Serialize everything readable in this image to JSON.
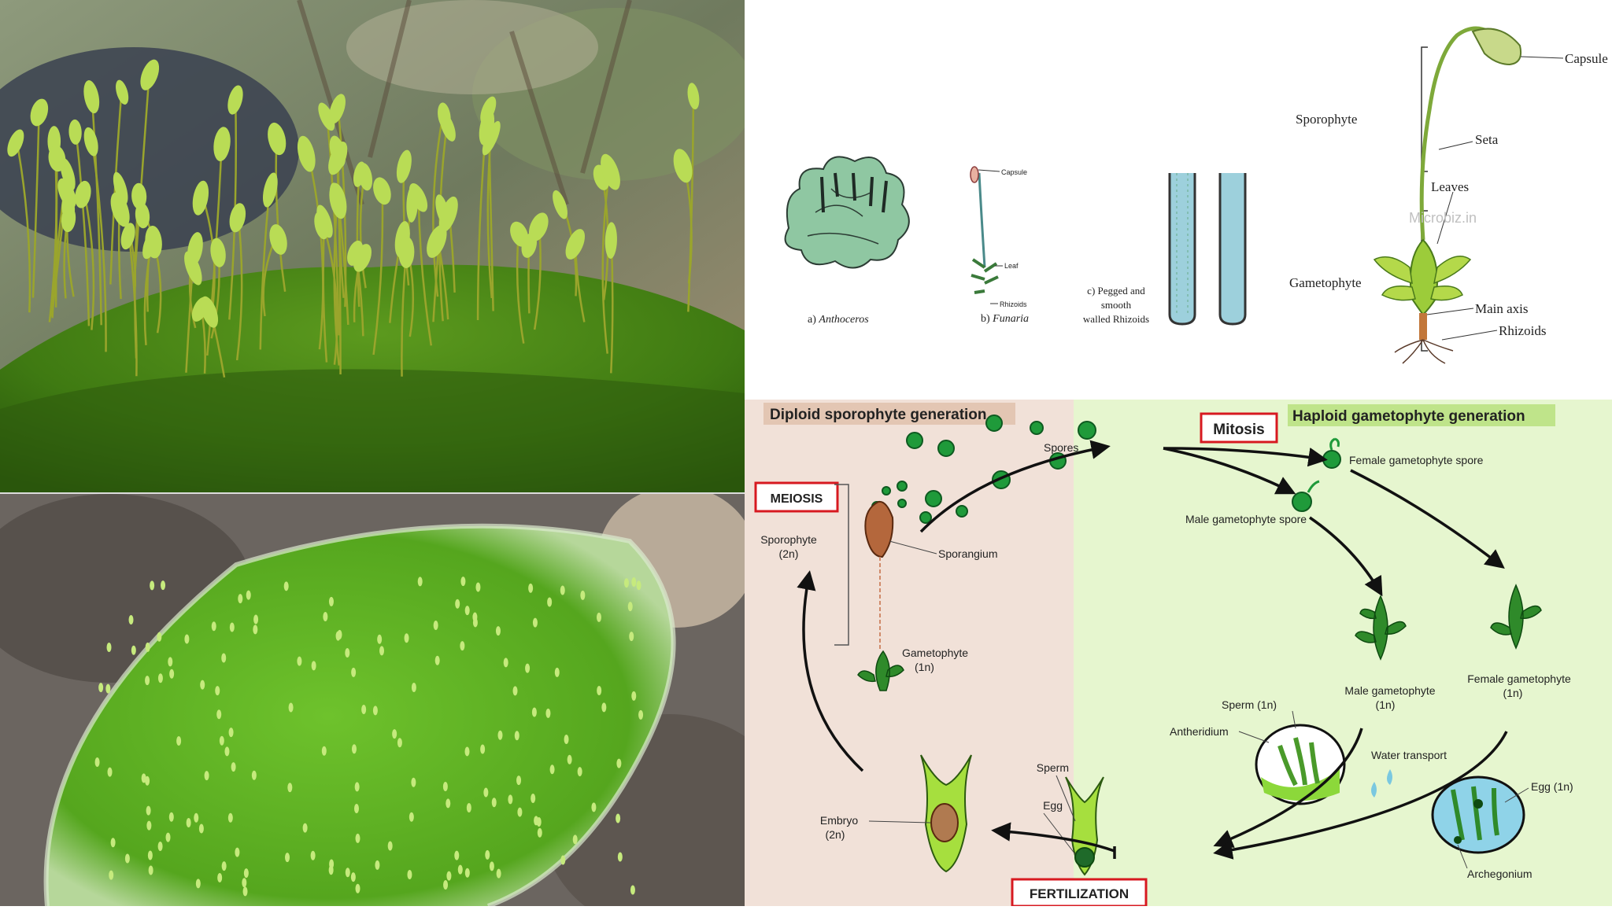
{
  "anatomy": {
    "anthoceros_label_prefix": "a) ",
    "anthoceros_label_name": "Anthoceros",
    "funaria_label_prefix": "b) ",
    "funaria_label_name": "Funaria",
    "funaria_capsule": "Capsule",
    "funaria_leaf": "Leaf",
    "funaria_rhizoids": "Rhizoids",
    "rhizoid_line1": "c) Pegged and",
    "rhizoid_line2": "smooth",
    "rhizoid_line3": "walled Rhizoids",
    "sporophyte": "Sporophyte",
    "gametophyte": "Gametophyte",
    "capsule": "Capsule",
    "seta": "Seta",
    "leaves": "Leaves",
    "main_axis": "Main axis",
    "rhizoids": "Rhizoids",
    "watermark": "Microbiz.in"
  },
  "lifecycle": {
    "diploid_title": "Diploid sporophyte generation",
    "haploid_title": "Haploid gametophyte generation",
    "mitosis": "Mitosis",
    "meiosis": "MEIOSIS",
    "fertilization": "FERTILIZATION",
    "spores": "Spores",
    "female_spore": "Female gametophyte spore",
    "male_spore": "Male gametophyte spore",
    "sporophyte": "Sporophyte",
    "sporophyte_ploidy": "(2n)",
    "sporangium": "Sporangium",
    "gametophyte": "Gametophyte",
    "gametophyte_ploidy": "(1n)",
    "male_gametophyte": "Male gametophyte",
    "male_gametophyte_ploidy": "(1n)",
    "female_gametophyte": "Female gametophyte",
    "female_gametophyte_ploidy": "(1n)",
    "sperm_1n": "Sperm (1n)",
    "antheridium": "Antheridium",
    "water_transport": "Water transport",
    "sperm": "Sperm",
    "egg": "Egg",
    "egg_1n": "Egg (1n)",
    "archegonium": "Archegonium",
    "embryo": "Embryo",
    "embryo_ploidy": "(2n)"
  },
  "colors": {
    "diploid_bg": "#f1e1d8",
    "haploid_bg": "#e6f6cf",
    "label_red": "#d71920",
    "spore_green": "#1f9a3a"
  }
}
